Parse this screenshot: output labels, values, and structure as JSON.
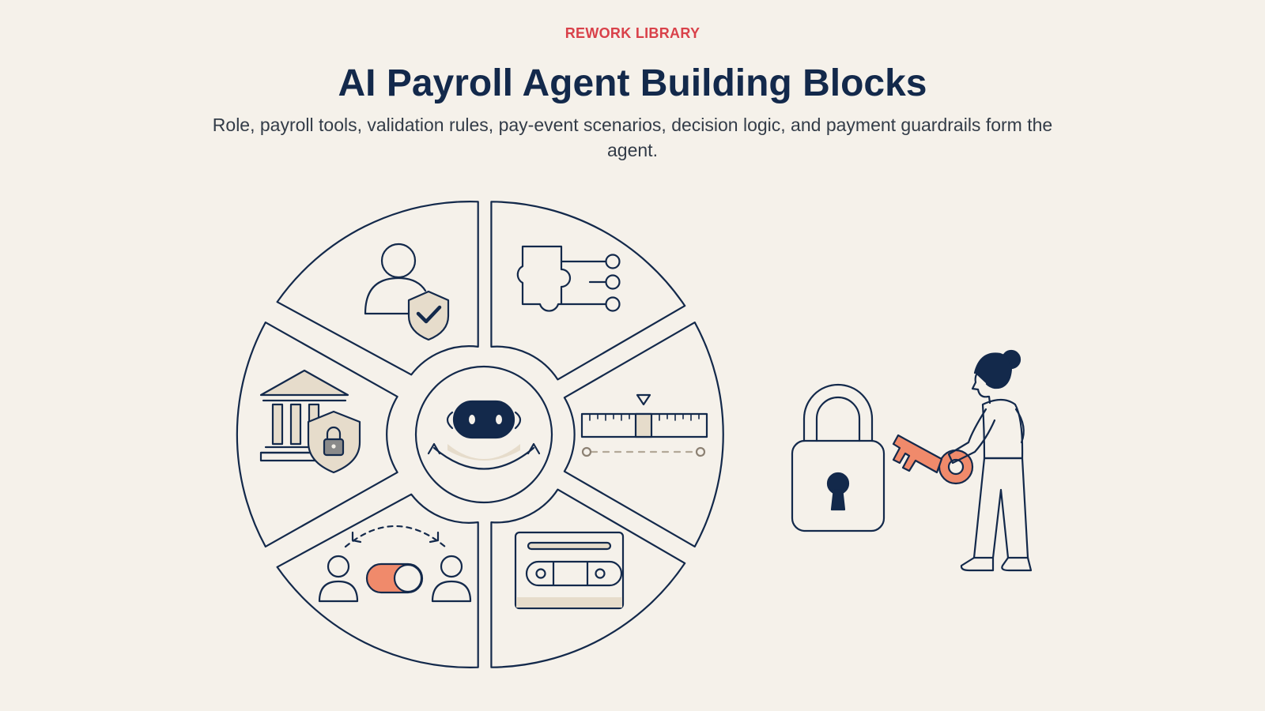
{
  "header": {
    "eyebrow": "REWORK LIBRARY",
    "title": "AI Payroll Agent Building Blocks",
    "subtitle": "Role, payroll tools, validation rules, pay-event scenarios, decision logic, and payment guardrails form the agent."
  },
  "diagram": {
    "center": {
      "icon": "robot-agent-icon"
    },
    "segments": [
      {
        "icon": "person-with-shield-check-icon"
      },
      {
        "icon": "puzzle-connector-icon"
      },
      {
        "icon": "ruler-slider-icon"
      },
      {
        "icon": "cassette-tape-icon"
      },
      {
        "icon": "people-toggle-switch-icon"
      },
      {
        "icon": "bank-with-lock-shield-icon"
      }
    ],
    "illustration": {
      "icon": "woman-with-key-and-padlock-icon"
    }
  },
  "colors": {
    "background": "#f5f1ea",
    "ink": "#13294b",
    "accent": "#d9414a",
    "coral": "#f08a6b",
    "beige": "#e6dccb"
  }
}
